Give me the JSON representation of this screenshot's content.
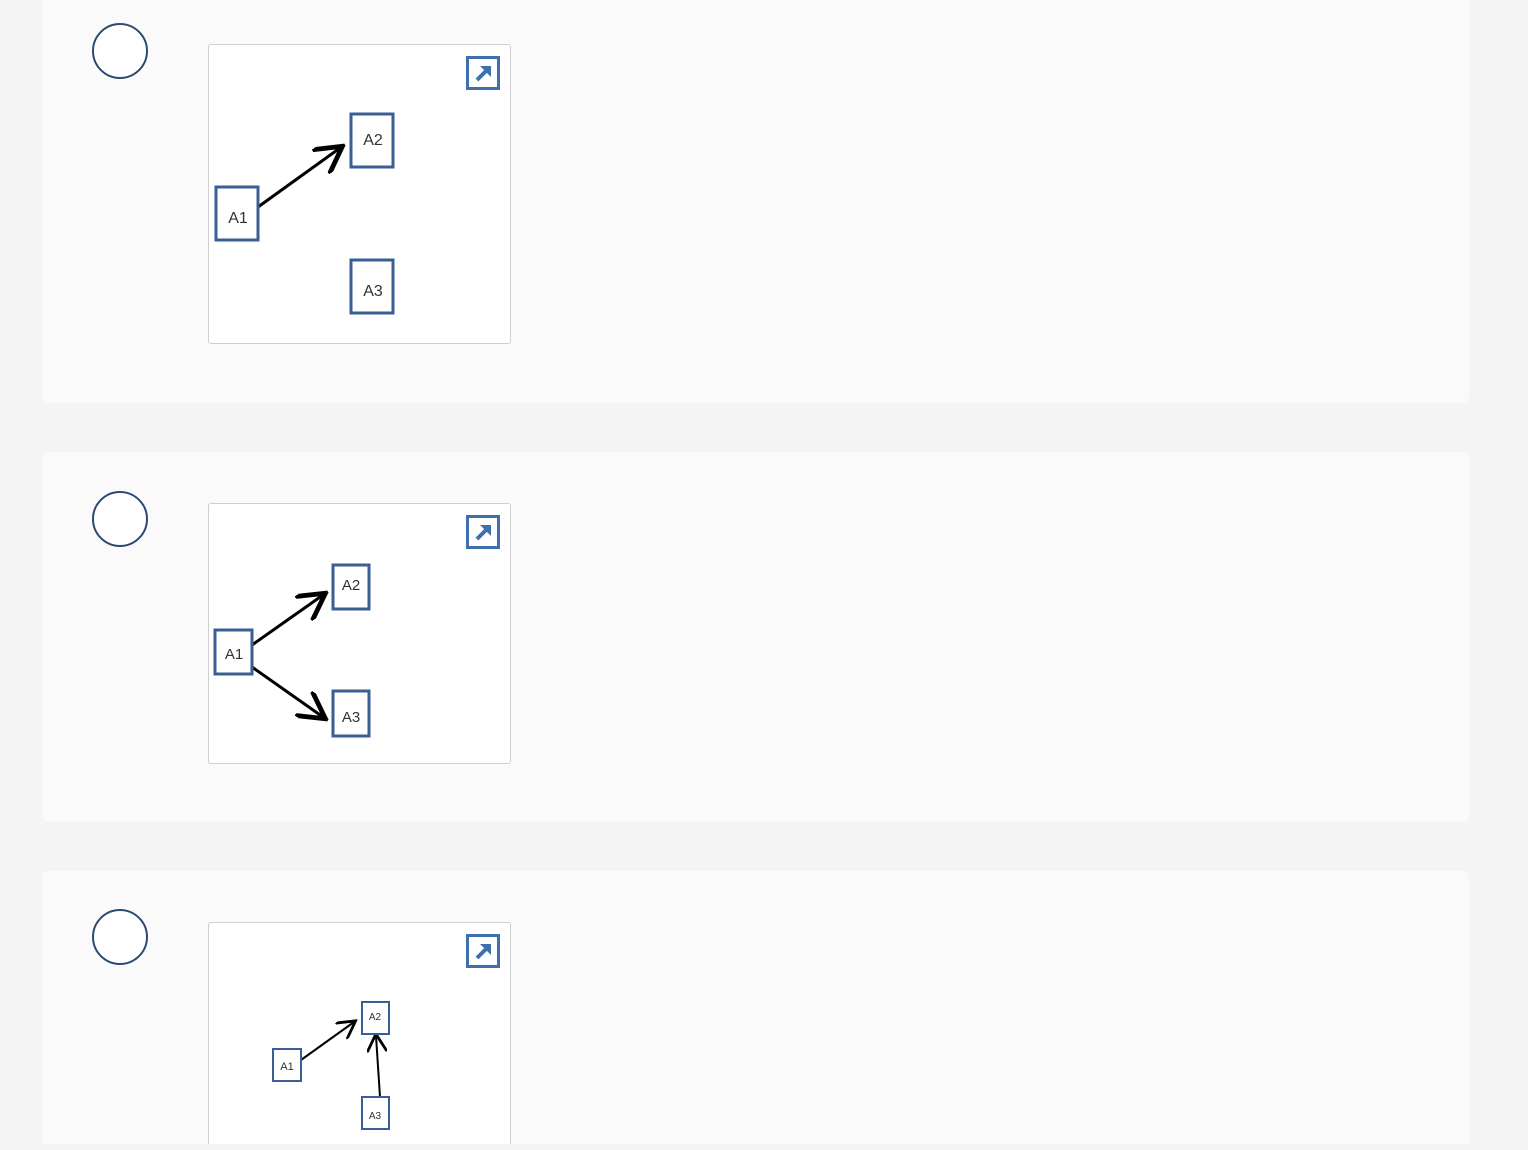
{
  "options": [
    {
      "id": "option-1",
      "expand_icon": "external-link-icon",
      "diagram": {
        "nodes": [
          {
            "id": "A1",
            "label": "A1"
          },
          {
            "id": "A2",
            "label": "A2"
          },
          {
            "id": "A3",
            "label": "A3"
          }
        ],
        "edges": [
          {
            "from": "A1",
            "to": "A2"
          }
        ]
      }
    },
    {
      "id": "option-2",
      "expand_icon": "external-link-icon",
      "diagram": {
        "nodes": [
          {
            "id": "A1",
            "label": "A1"
          },
          {
            "id": "A2",
            "label": "A2"
          },
          {
            "id": "A3",
            "label": "A3"
          }
        ],
        "edges": [
          {
            "from": "A1",
            "to": "A2"
          },
          {
            "from": "A1",
            "to": "A3"
          }
        ]
      }
    },
    {
      "id": "option-3",
      "expand_icon": "external-link-icon",
      "diagram": {
        "nodes": [
          {
            "id": "A1",
            "label": "A1"
          },
          {
            "id": "A2",
            "label": "A2"
          },
          {
            "id": "A3",
            "label": "A3"
          }
        ],
        "edges": [
          {
            "from": "A1",
            "to": "A2"
          },
          {
            "from": "A3",
            "to": "A2"
          }
        ]
      }
    }
  ],
  "colors": {
    "node_border": "#3a5f95",
    "radio_border": "#2c4a70",
    "expand_icon": "#3f6fad",
    "arrow": "#000000"
  }
}
